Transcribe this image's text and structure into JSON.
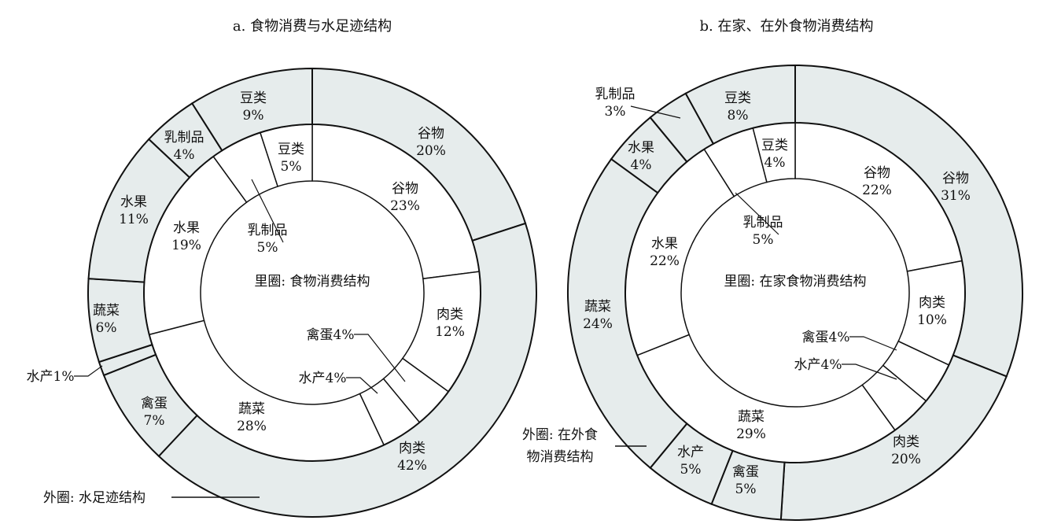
{
  "chart_data": [
    {
      "type": "pie",
      "variant": "double-donut",
      "title": "a. 食物消费与水足迹结构",
      "categories": [
        "谷物",
        "肉类",
        "禽蛋",
        "水产",
        "蔬菜",
        "水果",
        "乳制品",
        "豆类"
      ],
      "series": [
        {
          "name": "里圈: 食物消费结构",
          "ring": "inner",
          "values": [
            23,
            12,
            4,
            4,
            28,
            19,
            5,
            5
          ]
        },
        {
          "name": "外圈: 水足迹结构",
          "ring": "outer",
          "values": [
            20,
            42,
            7,
            1,
            6,
            11,
            4,
            9
          ]
        }
      ],
      "inner_legend": "里圈: 食物消费结构",
      "outer_legend": [
        "外圈: 水足迹结构"
      ],
      "colors": {
        "inner": "#ffffff",
        "outer": "#e6ecec",
        "stroke": "#111111"
      }
    },
    {
      "type": "pie",
      "variant": "double-donut",
      "title": "b. 在家、在外食物消费结构",
      "categories": [
        "谷物",
        "肉类",
        "禽蛋",
        "水产",
        "蔬菜",
        "水果",
        "乳制品",
        "豆类"
      ],
      "series": [
        {
          "name": "里圈: 在家食物消费结构",
          "ring": "inner",
          "values": [
            22,
            10,
            4,
            4,
            29,
            22,
            5,
            4
          ]
        },
        {
          "name": "外圈: 在外食物消费结构",
          "ring": "outer",
          "values": [
            31,
            20,
            5,
            5,
            24,
            4,
            3,
            8
          ]
        }
      ],
      "inner_legend": "里圈: 在家食物消费结构",
      "outer_legend": [
        "外圈: 在外食",
        "物消费结构"
      ],
      "colors": {
        "inner": "#ffffff",
        "outer": "#e6ecec",
        "stroke": "#111111"
      }
    }
  ]
}
